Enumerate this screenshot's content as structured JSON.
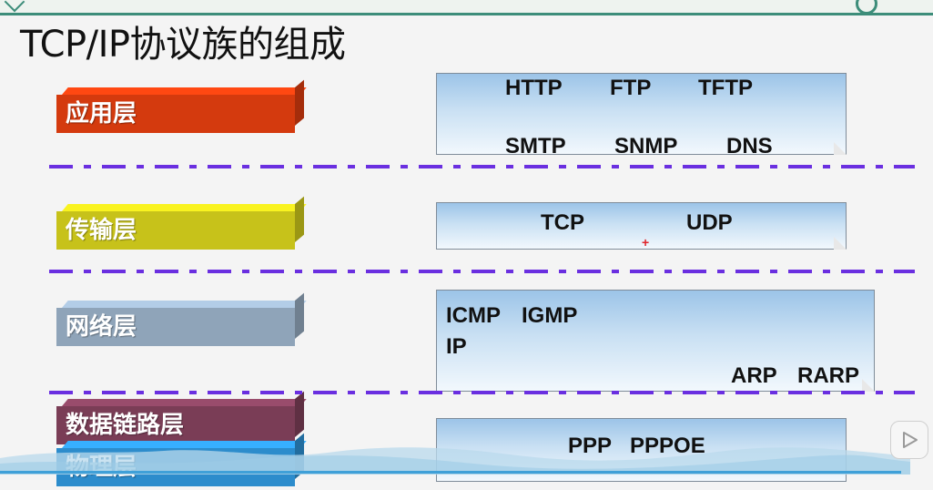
{
  "title": "TCP/IP协议族的组成",
  "layers": [
    {
      "label": "应用层",
      "color": "#d43a0e"
    },
    {
      "label": "传输层",
      "color": "#c7c21a"
    },
    {
      "label": "网络层",
      "color": "#8fa4b9"
    },
    {
      "label": "数据链路层",
      "color": "#7a3d56"
    },
    {
      "label": "物理层",
      "color": "#2c8ccc"
    }
  ],
  "protocols": {
    "application": {
      "http": "HTTP",
      "ftp": "FTP",
      "tftp": "TFTP",
      "smtp": "SMTP",
      "snmp": "SNMP",
      "dns": "DNS"
    },
    "transport": {
      "tcp": "TCP",
      "udp": "UDP"
    },
    "network": {
      "icmp": "ICMP",
      "igmp": "IGMP",
      "ip": "IP",
      "arp": "ARP",
      "rarp": "RARP"
    },
    "link": {
      "ppp": "PPP",
      "pppoe": "PPPOE"
    }
  },
  "icons": {
    "play": "play-icon",
    "cursor": "cursor-icon"
  },
  "colors": {
    "divider": "#6a2fe0",
    "accent": "#3d8d7a"
  }
}
